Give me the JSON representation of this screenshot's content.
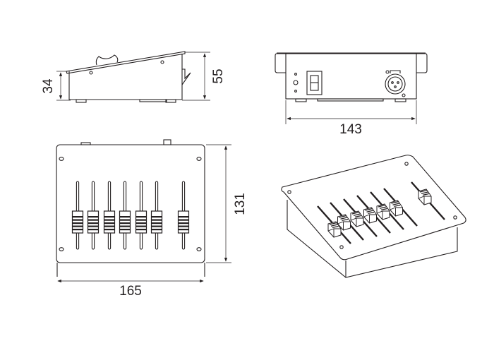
{
  "title": "DMX fader console dimension drawing",
  "views": {
    "side": {
      "height_front_label": "34",
      "height_rear_label": "55"
    },
    "front": {
      "width_label": "143"
    },
    "top": {
      "depth_label": "131",
      "width_label": "165",
      "fader_count": 7
    },
    "isometric": {
      "fader_count": 7
    }
  },
  "colors": {
    "line": "#231f20",
    "background": "#ffffff"
  }
}
